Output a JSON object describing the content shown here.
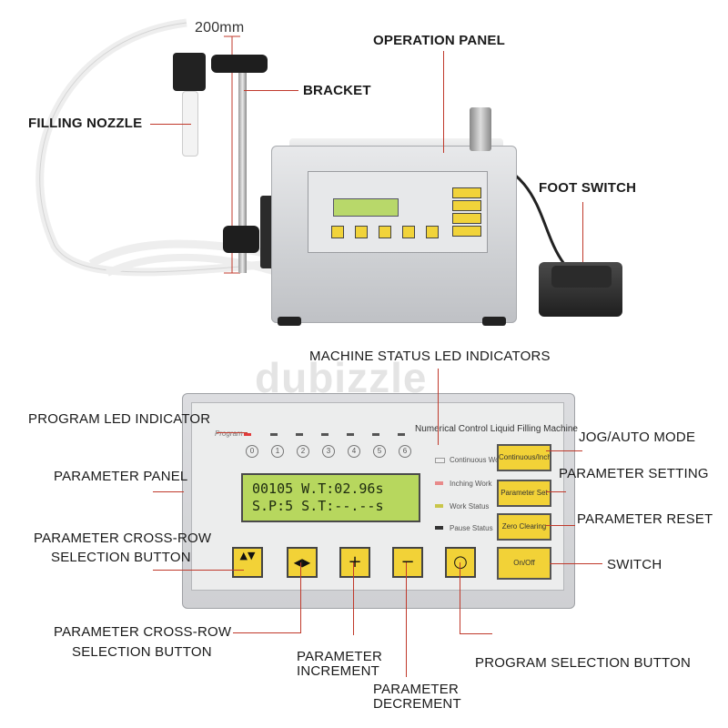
{
  "watermark": "dubizzle",
  "labels": {
    "dimension": "200mm",
    "operation_panel": "OPERATION PANEL",
    "bracket": "BRACKET",
    "filling_nozzle": "FILLING NOZZLE",
    "foot_switch": "FOOT SWITCH",
    "machine_status_leds": "MACHINE STATUS LED INDICATORS",
    "program_led": "PROGRAM LED INDICATOR",
    "parameter_panel": "PARAMETER PANEL",
    "cross_row_1a": "PARAMETER CROSS-ROW",
    "cross_row_1b": "SELECTION BUTTON",
    "cross_row_2a": "PARAMETER CROSS-ROW",
    "cross_row_2b": "SELECTION BUTTON",
    "increment_a": "PARAMETER",
    "increment_b": "INCREMENT",
    "decrement_a": "PARAMETER",
    "decrement_b": "DECREMENT",
    "program_selection": "PROGRAM SELECTION BUTTON",
    "jog_auto": "JOG/AUTO MODE",
    "parameter_setting": "PARAMETER SETTING",
    "parameter_reset": "PARAMETER RESET",
    "switch": "SWITCH"
  },
  "panel": {
    "program_label": "Program",
    "machine_name": "Numerical Control Liquid Filling Machine",
    "program_numbers": [
      "0",
      "1",
      "2",
      "3",
      "4",
      "5",
      "6"
    ],
    "lcd_line1": "00105 W.T:02.96s",
    "lcd_line2": "S.P:5 S.T:--.--s",
    "status": [
      "Continuous Work",
      "Inching Work",
      "Work Status",
      "Pause Status"
    ],
    "side_buttons": [
      "Continuous/Inchin",
      "Parameter Set",
      "Zero Clearing",
      "On/Off"
    ],
    "keys": [
      "▲▼",
      "◀▶",
      "+",
      "−",
      "○"
    ]
  },
  "colors": {
    "accent_line": "#c0392b",
    "button_yellow": "#f2d237",
    "lcd_green": "#b7d75e"
  }
}
